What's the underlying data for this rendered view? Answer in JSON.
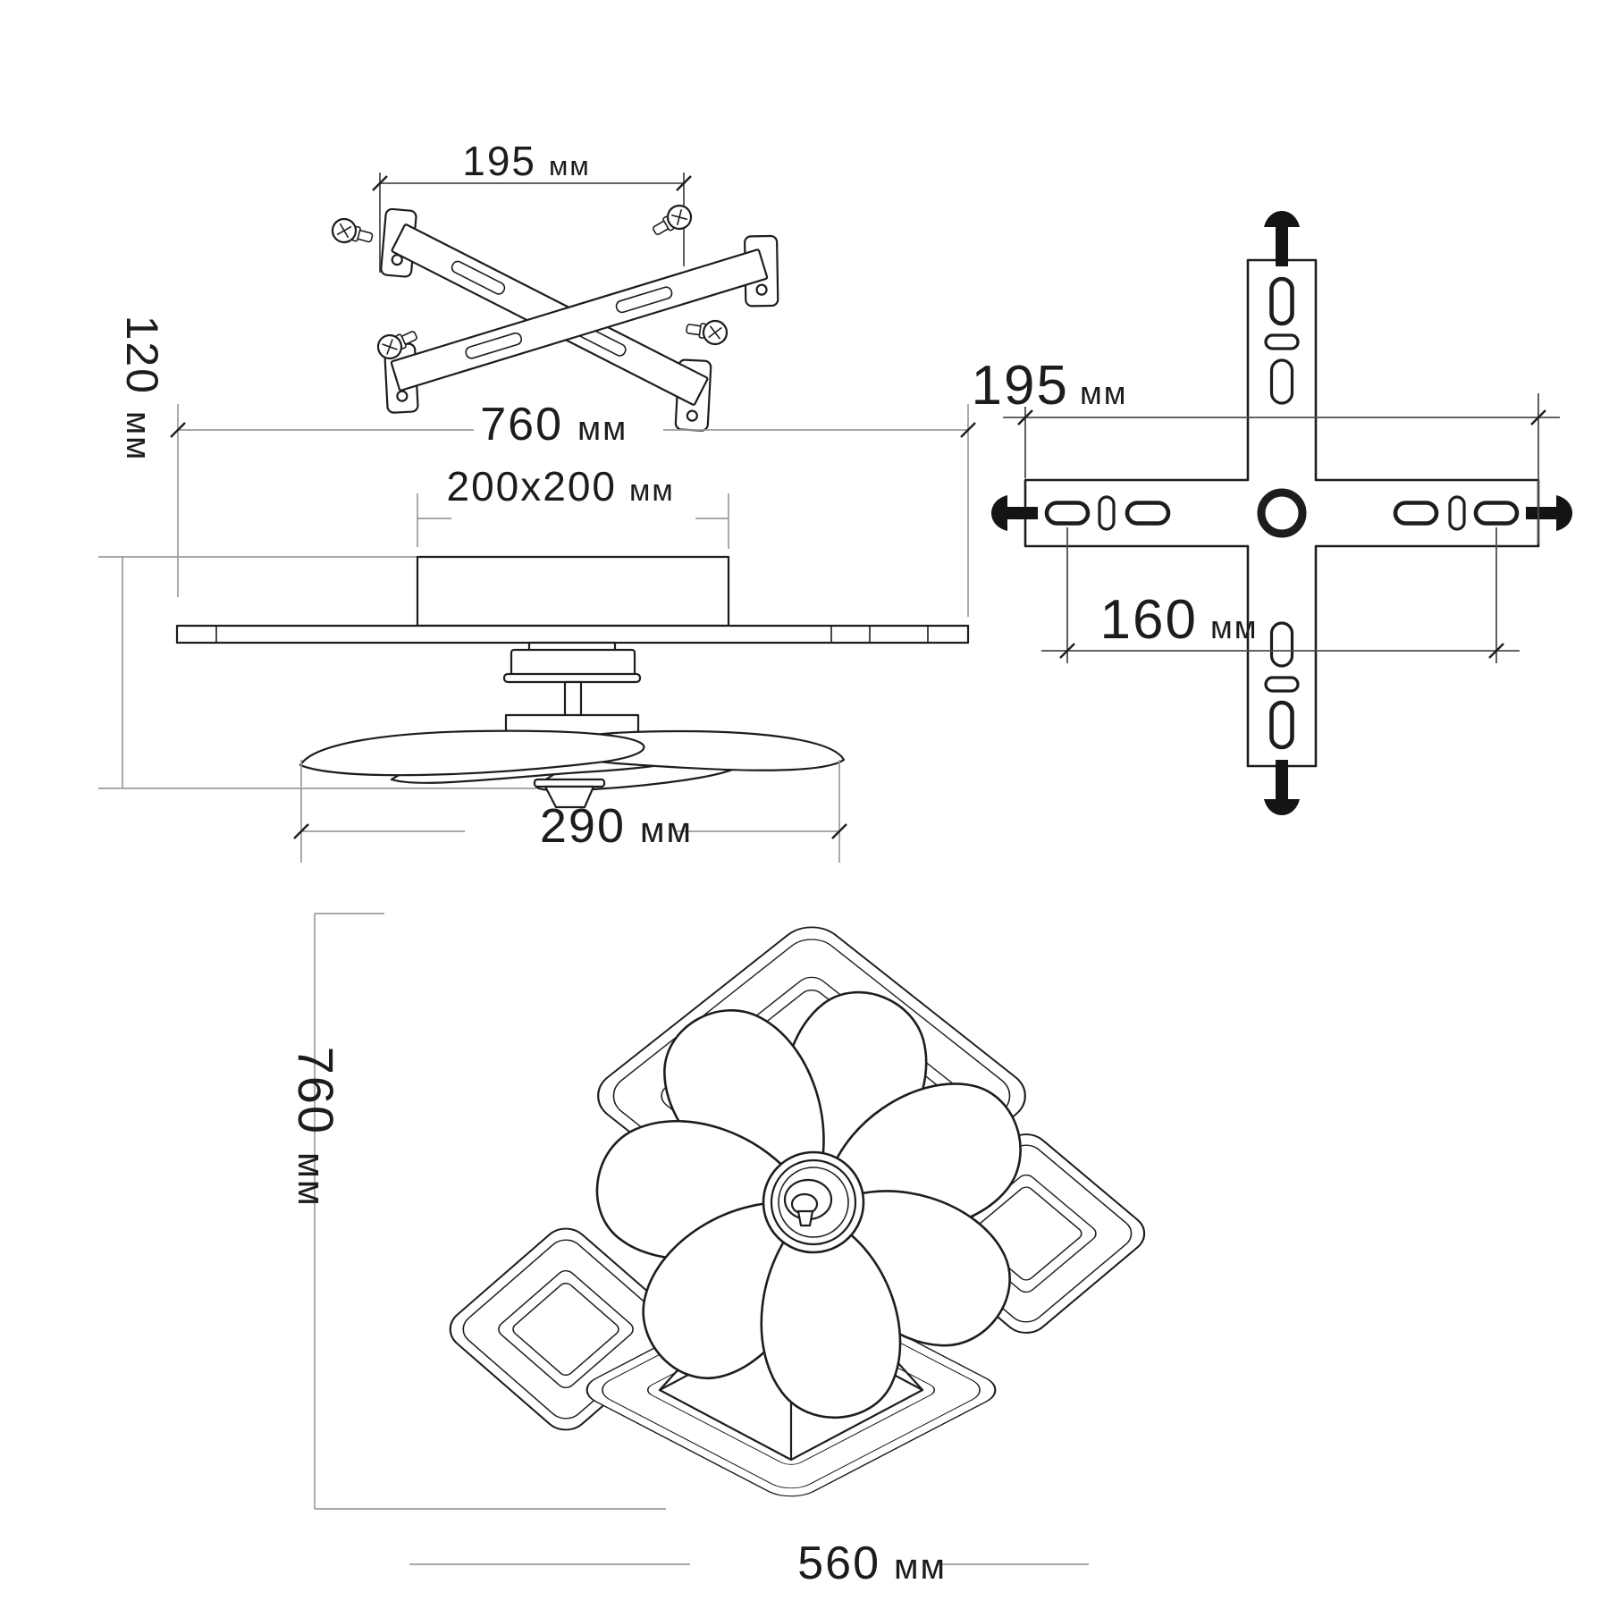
{
  "drawing": {
    "bracket_view": {
      "width_dim": {
        "value": "195",
        "unit": "мм"
      }
    },
    "side_view": {
      "overall_width": {
        "value": "760",
        "unit": "мм"
      },
      "canopy_size": {
        "value": "200x200",
        "unit": "мм"
      },
      "height": {
        "value": "120",
        "unit": "мм"
      },
      "fan_width": {
        "value": "290",
        "unit": "мм"
      }
    },
    "plate_view": {
      "plate_length": {
        "value": "195",
        "unit": "мм"
      },
      "hole_spacing": {
        "value": "160",
        "unit": "мм"
      }
    },
    "isometric_view": {
      "overall_depth": {
        "value": "760",
        "unit": "мм"
      },
      "overall_width": {
        "value": "560",
        "unit": "мм"
      }
    },
    "colors": {
      "line": "#1d1d1b",
      "dim_line": "#9b9b9b",
      "background": "#ffffff"
    }
  }
}
